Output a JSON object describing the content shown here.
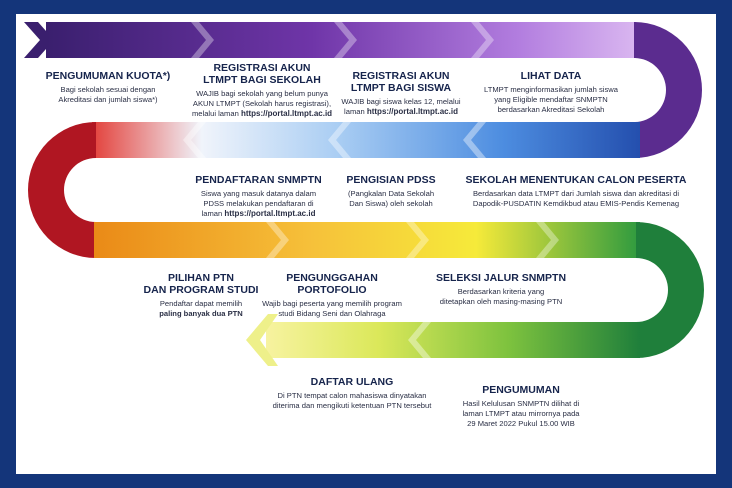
{
  "steps": [
    {
      "title": "PENGUMUMAN KUOTA*)",
      "desc": "Bagi sekolah sesuai dengan\nAkreditasi dan jumlah siswa*)"
    },
    {
      "title": "REGISTRASI AKUN\nLTMPT BAGI SEKOLAH",
      "desc": "WAJIB bagi sekolah yang belum punya\nAKUN LTMPT (Sekolah harus registrasi),\nmelalui laman",
      "url": "https://portal.ltmpt.ac.id"
    },
    {
      "title": "REGISTRASI AKUN\nLTMPT BAGI SISWA",
      "desc": "WAJIB bagi siswa kelas 12, melalui\nlaman",
      "url": "https://portal.ltmpt.ac.id"
    },
    {
      "title": "LIHAT DATA",
      "desc": "LTMPT menginformasikan jumlah siswa\nyang Eligible mendaftar SNMPTN\nberdasarkan Akreditasi Sekolah"
    },
    {
      "title": "SEKOLAH MENENTUKAN CALON PESERTA",
      "desc": "Berdasarkan data LTMPT dari Jumlah siswa dan akreditasi di\nDapodik-PUSDATIN Kemdikbud atau EMIS-Pendis Kemenag"
    },
    {
      "title": "PENGISIAN PDSS",
      "desc": "(Pangkalan Data Sekolah\nDan Siswa) oleh sekolah"
    },
    {
      "title": "PENDAFTARAN SNMPTN",
      "desc": "Siswa yang masuk datanya dalam\nPDSS melakukan pendaftaran di\nlaman",
      "url": "https://portal.ltmpt.ac.id"
    },
    {
      "title": "PILIHAN PTN\nDAN PROGRAM STUDI",
      "desc": "Pendaftar dapat memilih",
      "desc_bold": "paling banyak dua PTN"
    },
    {
      "title": "PENGUNGGAHAN\nPORTOFOLIO",
      "desc": "Wajib bagi peserta yang memilih program\nstudi Bidang Seni dan Olahraga"
    },
    {
      "title": "SELEKSI JALUR SNMPTN",
      "desc": "Berdasarkan kriteria yang\nditetapkan oleh masing-masing PTN"
    },
    {
      "title": "PENGUMUMAN",
      "desc": "Hasil Kelulusan SNMPTN dilihat di\nlaman LTMPT atau mirrornya pada\n29 Maret 2022 Pukul 15.00 WIB"
    },
    {
      "title": "DAFTAR ULANG",
      "desc": "Di PTN tempat calon mahasiswa dinyatakan\nditerima dan mengikuti ketentuan PTN tersebut"
    }
  ],
  "colors": {
    "frame": "#14357a",
    "row1": [
      "#3a1f6e",
      "#5b2c8f",
      "#8a4fc0",
      "#c48ee6"
    ],
    "row2": [
      "#b01622",
      "#e2ecf8",
      "#7eb6ee",
      "#2a63c2"
    ],
    "row3": [
      "#f1a21d",
      "#f7c93a",
      "#f7ec2d",
      "#1f7f3b"
    ],
    "row4": [
      "#f4f08a",
      "#cde34a",
      "#5fb53a",
      "#1f7f3b"
    ]
  }
}
